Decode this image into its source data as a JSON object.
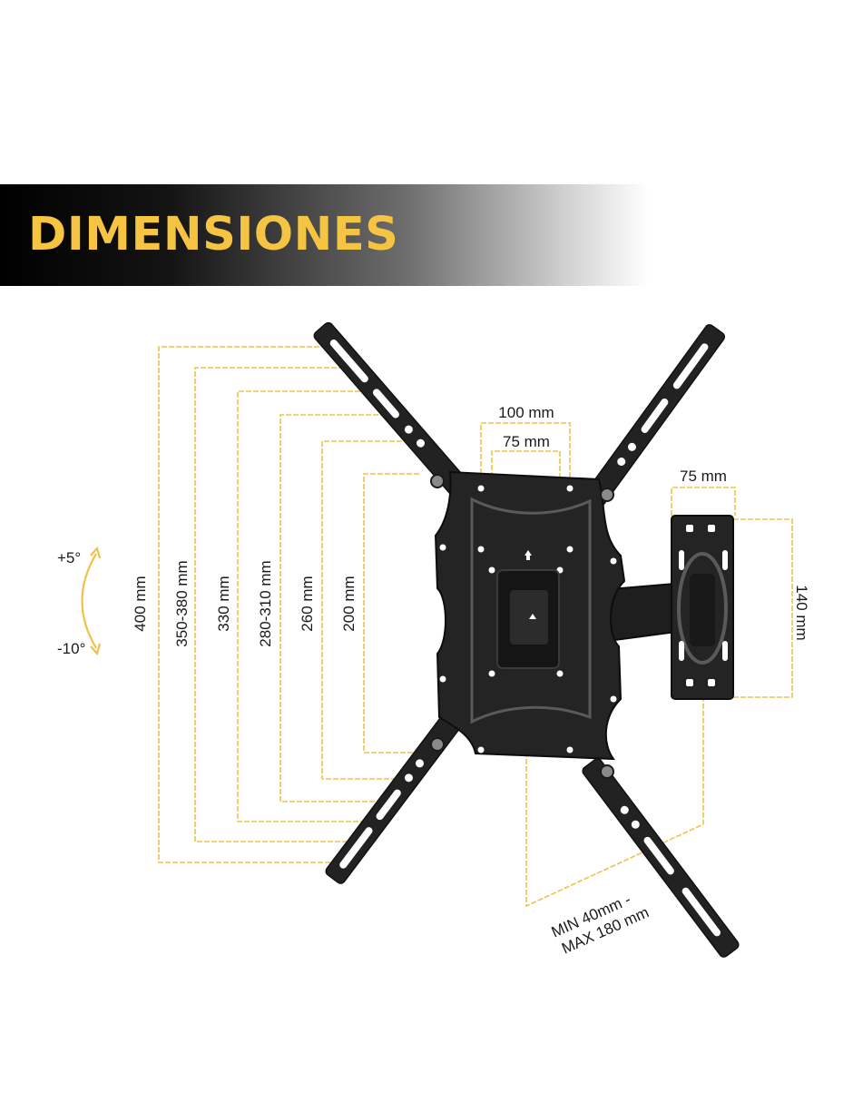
{
  "header": {
    "title": "DIMENSIONES"
  },
  "tilt": {
    "up": "+5°",
    "down": "-10°"
  },
  "vertical_dims": [
    "400 mm",
    "350-380 mm",
    "330 mm",
    "280-310 mm",
    "260 mm",
    "200 mm"
  ],
  "top_dims": {
    "outer": "100 mm",
    "inner": "75 mm"
  },
  "wall_plate": {
    "width": "75 mm",
    "height": "140 mm"
  },
  "extension": {
    "line1": "MIN 40mm -",
    "line2": "MAX 180 mm"
  },
  "colors": {
    "accent": "#f5c443",
    "dimension_line": "#f0c14b",
    "metal": "#222222"
  }
}
